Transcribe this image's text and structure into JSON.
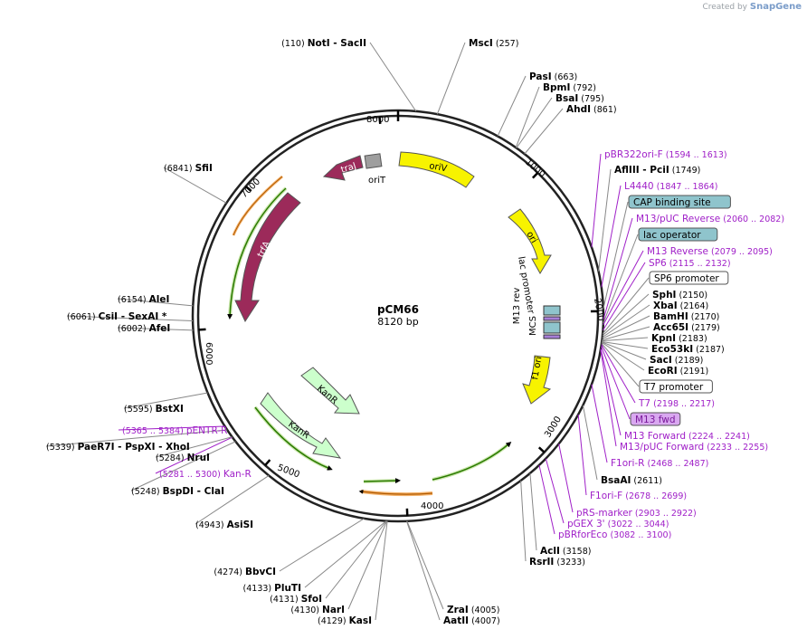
{
  "credit": {
    "prefix": "Created by",
    "brand": "SnapGene"
  },
  "plasmid": {
    "name": "pCM66",
    "size_label": "8120 bp"
  },
  "ticks": [
    "1000",
    "2000",
    "3000",
    "4000",
    "5000",
    "6000",
    "7000",
    "8000"
  ],
  "features_inside": [
    {
      "label": "traJ",
      "color": "#9c2a5a"
    },
    {
      "label": "oriT",
      "color": "#9e9e9e"
    },
    {
      "label": "oriV",
      "color": "#f7f300"
    },
    {
      "label": "ori",
      "color": "#f7f300"
    },
    {
      "label": "lac promoter",
      "color": "#ffffff"
    },
    {
      "label": "M13 rev",
      "color": "#ffffff"
    },
    {
      "label": "MCS",
      "color": "#ffffff"
    },
    {
      "label": "f1 ori",
      "color": "#f7f300"
    },
    {
      "label": "trfA",
      "color": "#9c2a5a"
    },
    {
      "label": "KanR",
      "color": "#ccffcc"
    },
    {
      "label": "KanR",
      "color": "#ccffcc"
    }
  ],
  "labels": [
    {
      "name": "NotI",
      "extra": "- SacII",
      "pos": "(110)",
      "kind": "enzyme"
    },
    {
      "name": "MscI",
      "pos": "(257)",
      "kind": "enzyme"
    },
    {
      "name": "PasI",
      "pos": "(663)",
      "kind": "enzyme"
    },
    {
      "name": "BpmI",
      "pos": "(792)",
      "kind": "enzyme"
    },
    {
      "name": "BsaI",
      "pos": "(795)",
      "kind": "enzyme"
    },
    {
      "name": "AhdI",
      "pos": "(861)",
      "kind": "enzyme"
    },
    {
      "name": "pBR322ori-F",
      "pos": "(1594 .. 1613)",
      "kind": "primer"
    },
    {
      "name": "AflIII",
      "extra": "- PciI",
      "pos": "(1749)",
      "kind": "enzyme"
    },
    {
      "name": "L4440",
      "pos": "(1847 .. 1864)",
      "kind": "primer"
    },
    {
      "name": "CAP binding site",
      "pos": "",
      "kind": "boxed-teal"
    },
    {
      "name": "M13/pUC Reverse",
      "pos": "(2060 .. 2082)",
      "kind": "primer"
    },
    {
      "name": "lac operator",
      "pos": "",
      "kind": "boxed-teal"
    },
    {
      "name": "M13 Reverse",
      "pos": "(2079 .. 2095)",
      "kind": "primer"
    },
    {
      "name": "SP6",
      "pos": "(2115 .. 2132)",
      "kind": "primer"
    },
    {
      "name": "SP6 promoter",
      "pos": "",
      "kind": "boxed-white"
    },
    {
      "name": "SphI",
      "pos": "(2150)",
      "kind": "enzyme"
    },
    {
      "name": "XbaI",
      "pos": "(2164)",
      "kind": "enzyme"
    },
    {
      "name": "BamHI",
      "pos": "(2170)",
      "kind": "enzyme"
    },
    {
      "name": "Acc65I",
      "pos": "(2179)",
      "kind": "enzyme"
    },
    {
      "name": "KpnI",
      "pos": "(2183)",
      "kind": "enzyme"
    },
    {
      "name": "Eco53kI",
      "pos": "(2187)",
      "kind": "enzyme"
    },
    {
      "name": "SacI",
      "pos": "(2189)",
      "kind": "enzyme"
    },
    {
      "name": "EcoRI",
      "pos": "(2191)",
      "kind": "enzyme"
    },
    {
      "name": "T7 promoter",
      "pos": "",
      "kind": "boxed-white"
    },
    {
      "name": "T7",
      "pos": "(2198 .. 2217)",
      "kind": "primer"
    },
    {
      "name": "M13 fwd",
      "pos": "",
      "kind": "boxed-purple"
    },
    {
      "name": "M13 Forward",
      "pos": "(2224 .. 2241)",
      "kind": "primer"
    },
    {
      "name": "M13/pUC Forward",
      "pos": "(2233 .. 2255)",
      "kind": "primer"
    },
    {
      "name": "F1ori-R",
      "pos": "(2468 .. 2487)",
      "kind": "primer"
    },
    {
      "name": "BsaAI",
      "pos": "(2611)",
      "kind": "enzyme"
    },
    {
      "name": "F1ori-F",
      "pos": "(2678 .. 2699)",
      "kind": "primer"
    },
    {
      "name": "pRS-marker",
      "pos": "(2903 .. 2922)",
      "kind": "primer"
    },
    {
      "name": "pGEX 3'",
      "pos": "(3022 .. 3044)",
      "kind": "primer"
    },
    {
      "name": "pBRforEco",
      "pos": "(3082 .. 3100)",
      "kind": "primer"
    },
    {
      "name": "AclI",
      "pos": "(3158)",
      "kind": "enzyme"
    },
    {
      "name": "RsrII",
      "pos": "(3233)",
      "kind": "enzyme"
    },
    {
      "name": "ZraI",
      "pos": "(4005)",
      "kind": "enzyme"
    },
    {
      "name": "AatII",
      "pos": "(4007)",
      "kind": "enzyme"
    },
    {
      "name": "KasI",
      "pos": "(4129)",
      "kind": "enzyme"
    },
    {
      "name": "NarI",
      "pos": "(4130)",
      "kind": "enzyme"
    },
    {
      "name": "SfoI",
      "pos": "(4131)",
      "kind": "enzyme"
    },
    {
      "name": "PluTI",
      "pos": "(4133)",
      "kind": "enzyme"
    },
    {
      "name": "BbvCI",
      "pos": "(4274)",
      "kind": "enzyme"
    },
    {
      "name": "AsiSI",
      "pos": "(4943)",
      "kind": "enzyme"
    },
    {
      "name": "BspDI",
      "extra": "- ClaI",
      "pos": "(5248)",
      "kind": "enzyme"
    },
    {
      "name": "Kan-R",
      "pos": "(5281 .. 5300)",
      "kind": "primer"
    },
    {
      "name": "NruI",
      "pos": "(5284)",
      "kind": "enzyme"
    },
    {
      "name": "PaeR7I",
      "extra": "- PspXI - XhoI",
      "pos": "(5339)",
      "kind": "enzyme"
    },
    {
      "name": "pENTR-R",
      "pos": "(5365 .. 5384)",
      "kind": "primer"
    },
    {
      "name": "BstXI",
      "pos": "(5595)",
      "kind": "enzyme"
    },
    {
      "name": "AfeI",
      "pos": "(6002)",
      "kind": "enzyme"
    },
    {
      "name": "CsiI",
      "extra": "- SexAI *",
      "pos": "(6061)",
      "kind": "enzyme"
    },
    {
      "name": "AleI",
      "pos": "(6154)",
      "kind": "enzyme"
    },
    {
      "name": "SfiI",
      "pos": "(6841)",
      "kind": "enzyme"
    }
  ],
  "colors": {
    "enzyme": "#000000",
    "primer": "#a020c8",
    "teal": "#8fc4cc",
    "purple_box": "#d9a8f0"
  }
}
